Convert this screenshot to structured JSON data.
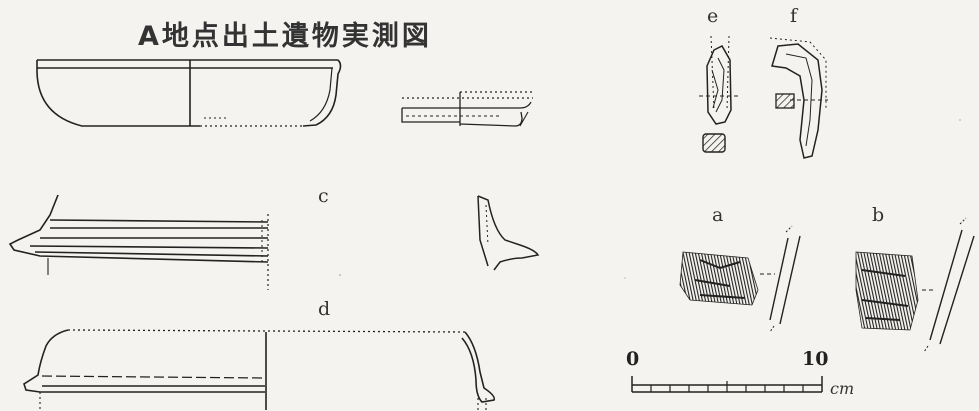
{
  "title": "A地点出土遺物実測図",
  "labels": {
    "c": "c",
    "d": "d",
    "e": "e",
    "f": "f",
    "a": "a",
    "b": "b"
  },
  "scale": {
    "start": "0",
    "end": "10",
    "unit": "cm"
  }
}
